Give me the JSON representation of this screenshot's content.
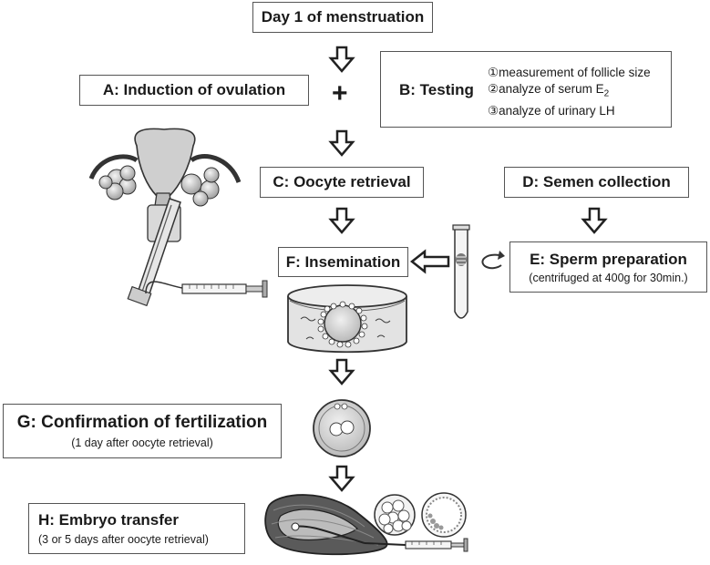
{
  "steps": {
    "day1": "Day 1 of menstruation",
    "a": "A: Induction of ovulation",
    "plus": "+",
    "b": {
      "title": "B: Testing",
      "items": [
        {
          "num": "①",
          "text": "measurement of follicle size"
        },
        {
          "num": "②",
          "text": "analyze of serum E",
          "sub": "2"
        },
        {
          "num": "③",
          "text": "analyze of urinary LH"
        }
      ]
    },
    "c": "C: Oocyte retrieval",
    "d": "D: Semen  collection",
    "e": {
      "title": "E: Sperm preparation",
      "note": "(centrifuged at 400g for 30min.)"
    },
    "f": "F: Insemination",
    "g": {
      "title": "G: Confirmation of fertilization",
      "note": "(1 day after oocyte retrieval)"
    },
    "h": {
      "title": "H: Embryo transfer",
      "note": "(3 or 5 days after oocyte retrieval)"
    }
  },
  "colors": {
    "arrow": "#222222",
    "border": "#555555",
    "illustration": "#666666"
  }
}
